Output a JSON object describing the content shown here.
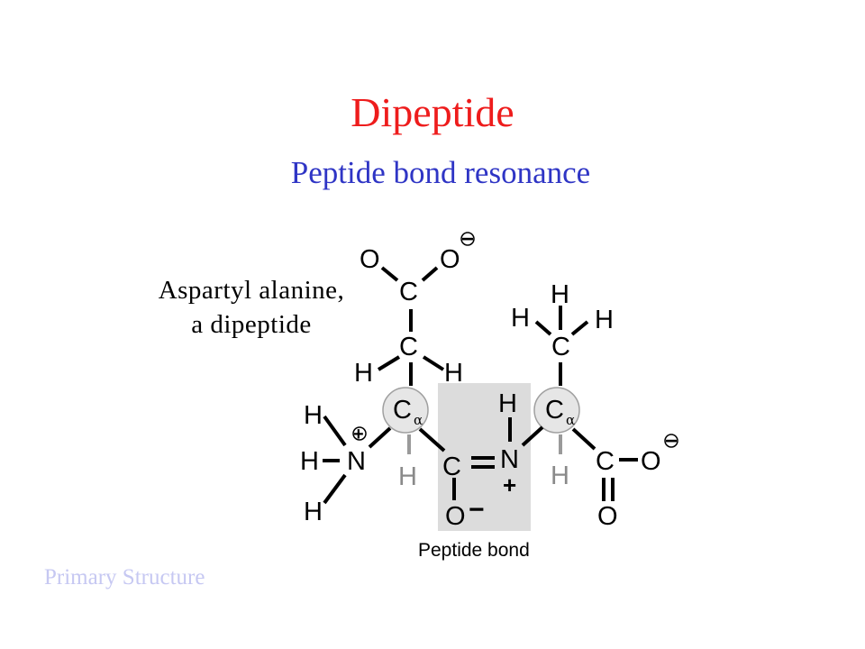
{
  "slide": {
    "title": "Dipeptide",
    "subtitle": "Peptide bond resonance",
    "caption_line1": "Aspartyl alanine,",
    "caption_line2": "a dipeptide",
    "footer": "Primary Structure"
  },
  "colors": {
    "title": "#ee1c1c",
    "subtitle": "#2f35c5",
    "footer": "#c6c8f2",
    "peptide_highlight": "#dcdcdc",
    "alpha_circle": "#e6e6e6"
  },
  "diagram": {
    "atoms": {
      "carbon": "C",
      "oxygen": "O",
      "nitrogen": "N",
      "hydrogen": "H"
    },
    "alpha_subscript": "α",
    "charge_negative": "−",
    "charge_positive": "+",
    "peptide_bond_label": "Peptide bond"
  }
}
